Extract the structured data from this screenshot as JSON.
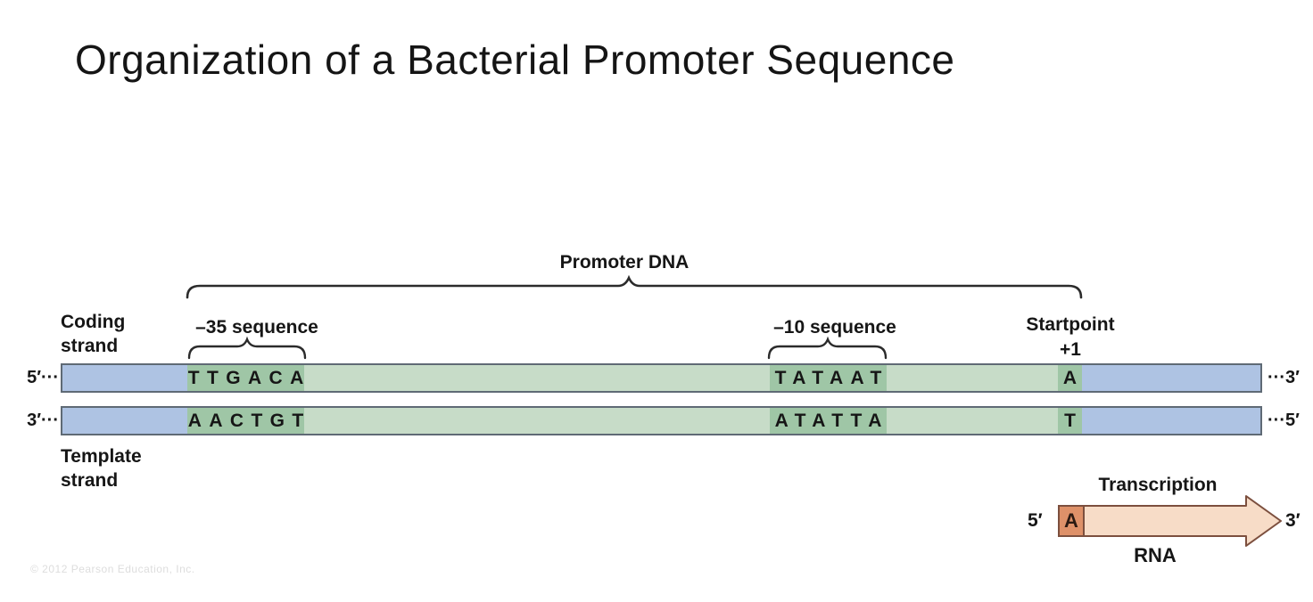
{
  "title": "Organization of a Bacterial Promoter Sequence",
  "copyright": "© 2012 Pearson Education, Inc.",
  "colors": {
    "strand_blue": "#aec3e3",
    "promoter_green_light": "#c7dcc8",
    "consensus_green_dark": "#9fc6a6",
    "bar_border": "#5f6a75",
    "rna_arrow_fill": "#f7dcc7",
    "rna_first_base_fill": "#de9169",
    "rna_arrow_border": "#7c4f3e",
    "brace_color": "#2b2b2b"
  },
  "labels": {
    "promoter_dna": "Promoter DNA",
    "coding_strand_line1": "Coding",
    "coding_strand_line2": "strand",
    "template_strand_line1": "Template",
    "template_strand_line2": "strand",
    "minus35": "–35 sequence",
    "minus10": "–10 sequence",
    "startpoint": "Startpoint",
    "plus_one": "+1"
  },
  "coding_strand": {
    "five_prime_end": "5′···",
    "three_prime_end": "···3′",
    "minus35_seq": "TTGACA",
    "minus10_seq": "TATAAT",
    "startpoint_base": "A"
  },
  "template_strand": {
    "three_prime_end": "3′···",
    "five_prime_end": "···5′",
    "minus35_seq": "AACTGT",
    "minus10_seq": "ATATTA",
    "startpoint_base": "T"
  },
  "rna": {
    "transcription_label": "Transcription",
    "five_prime": "5′",
    "three_prime": "3′",
    "first_base": "A",
    "rna_label": "RNA"
  }
}
